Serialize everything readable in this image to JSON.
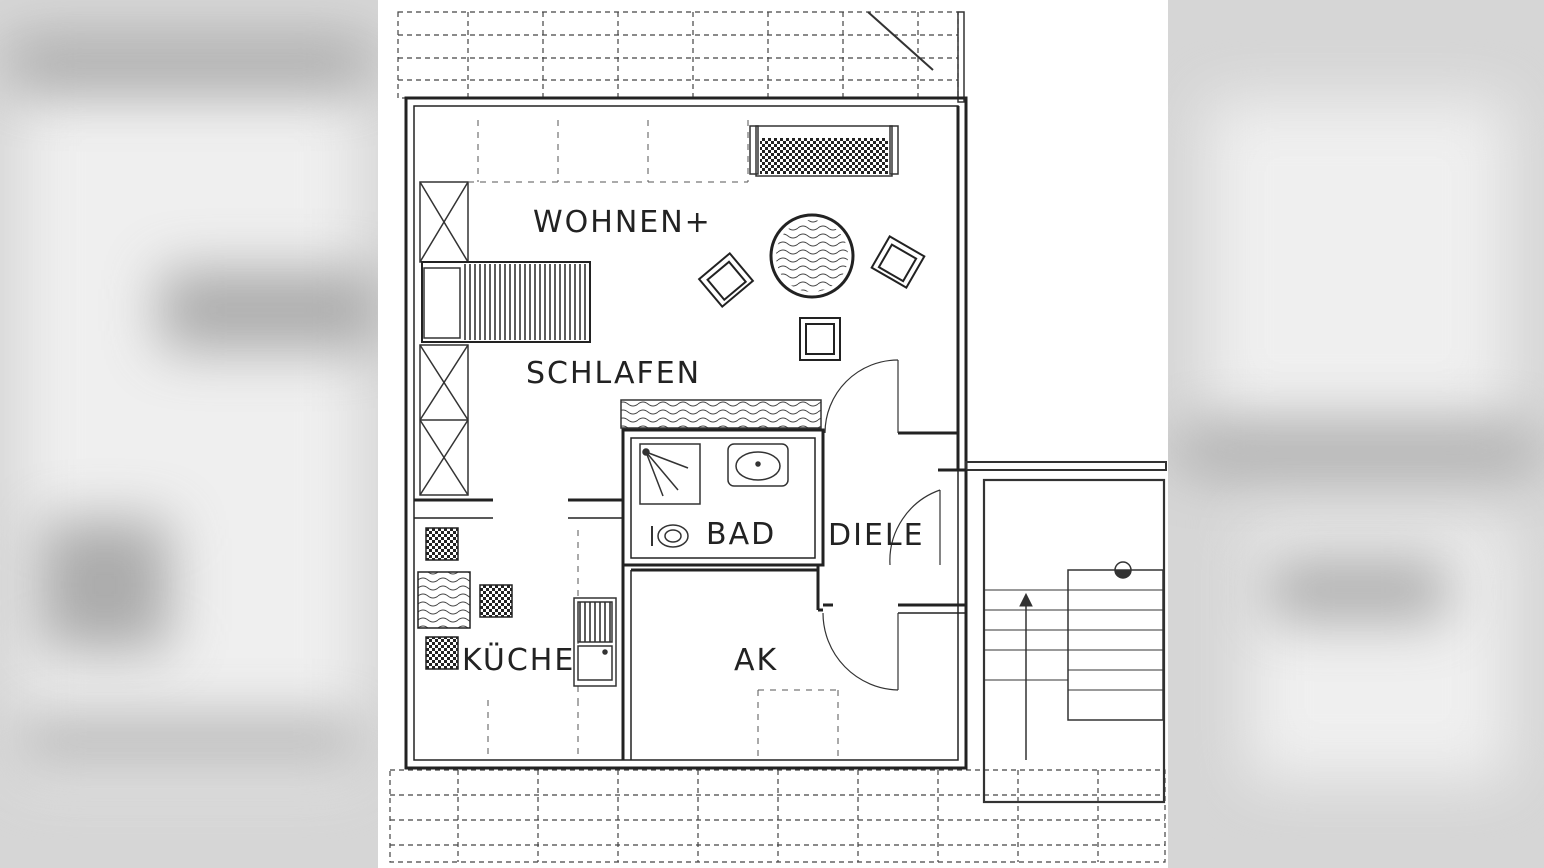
{
  "rooms": {
    "wohnen": "WOHNEN+",
    "schlafen": "SCHLAFEN",
    "bad": "BAD",
    "diele": "DIELE",
    "kueche": "KÜCHE",
    "ak": "AK"
  },
  "colors": {
    "ink": "#222222",
    "backdrop": "#d6d6d6",
    "paper": "#ffffff"
  }
}
